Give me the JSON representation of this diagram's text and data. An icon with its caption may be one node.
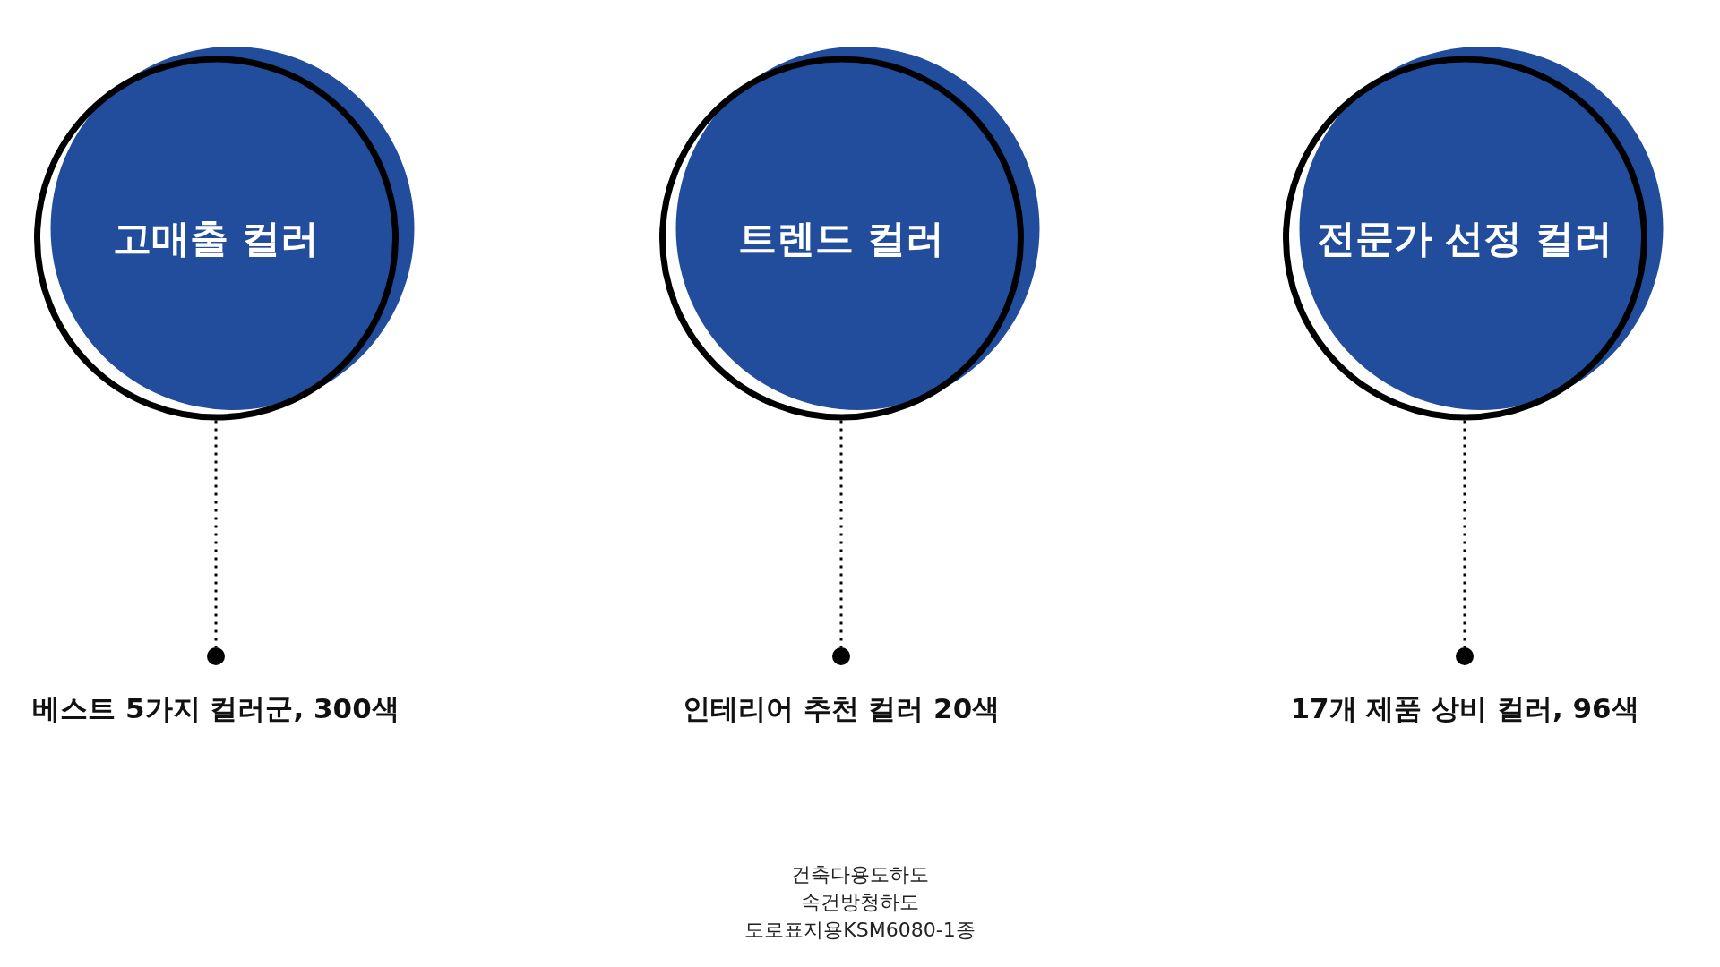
{
  "diagram": {
    "nodes": [
      {
        "text": [
          "고매출 컬러"
        ]
      },
      {
        "text": [
          "트렌드 컬러"
        ]
      },
      {
        "text": [
          "전문가 선정 컬러"
        ]
      },
      {
        "text": [],
        "shape": "circle",
        "beside": [
          "베스트 5가지 컬러군, 300색"
        ]
      },
      {
        "text": [],
        "shape": "circle",
        "beside": [
          "인테리어 추천 컬러 20색"
        ]
      },
      {
        "text": [],
        "shape": "circle",
        "beside": [
          "17개 제품 상비 컬러, 96색"
        ]
      }
    ],
    "edges": [
      {
        "from": 0,
        "to": 3,
        "arrow": "none",
        "style": "dashed"
      },
      {
        "from": 1,
        "to": 4,
        "arrow": "none",
        "style": "dashed"
      },
      {
        "from": 2,
        "to": 5,
        "arrow": "none",
        "style": "dashed"
      }
    ],
    "labels": [
      "건축다용도하도",
      "속건방청하도",
      "도로표지용KSM6080-1종"
    ]
  }
}
